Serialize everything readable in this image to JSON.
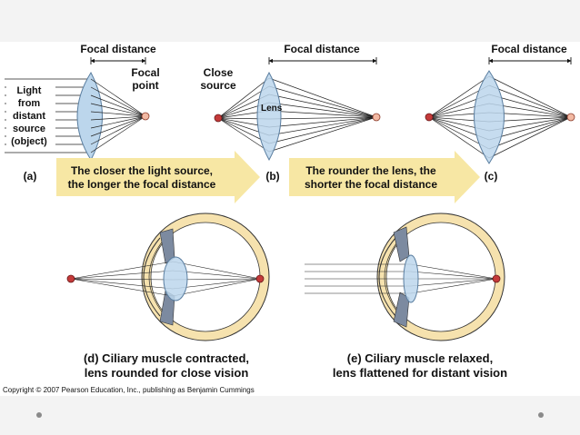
{
  "focal_distance_label": "Focal distance",
  "focal_point_label": "Focal point",
  "light_source_lines": [
    "Light",
    "from",
    "distant",
    "source",
    "(object)"
  ],
  "close_source_lines": [
    "Close",
    "source"
  ],
  "lens_label": "Lens",
  "panel_a": "(a)",
  "panel_b": "(b)",
  "panel_c": "(c)",
  "arrow1_lines": [
    "The closer the light source,",
    "the longer the focal distance"
  ],
  "arrow2_lines": [
    "The rounder the lens, the",
    "shorter the focal distance"
  ],
  "caption_d_lines": [
    "(d) Ciliary muscle contracted,",
    "lens rounded for close vision"
  ],
  "caption_e_lines": [
    "(e) Ciliary muscle relaxed,",
    "lens flattened for distant vision"
  ],
  "copyright": "Copyright © 2007 Pearson Education, Inc., publishing as Benjamin Cummings",
  "colors": {
    "lens": "#bcd6ec",
    "arrow": "#f7e7a4",
    "sclera": "#f6e2ae",
    "point": "#c43a3a",
    "muscle": "#7c8aa0"
  }
}
